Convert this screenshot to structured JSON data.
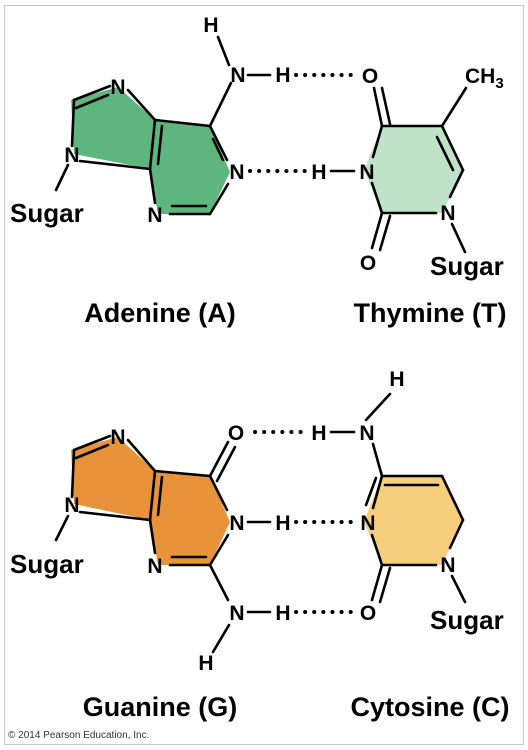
{
  "colors": {
    "adenine": "#5fb57e",
    "thymine": "#bfe2c8",
    "guanine": "#e8923a",
    "cytosine": "#f7cf7c"
  },
  "atoms": {
    "N": "N",
    "H": "H",
    "O": "O",
    "CH": "CH",
    "three": "3"
  },
  "sugar_label": "Sugar",
  "pair_at": {
    "left_name": "Adenine (A)",
    "right_name": "Thymine (T)"
  },
  "pair_gc": {
    "left_name": "Guanine (G)",
    "right_name": "Cytosine (C)"
  },
  "copyright": "© 2014 Pearson Education, Inc."
}
